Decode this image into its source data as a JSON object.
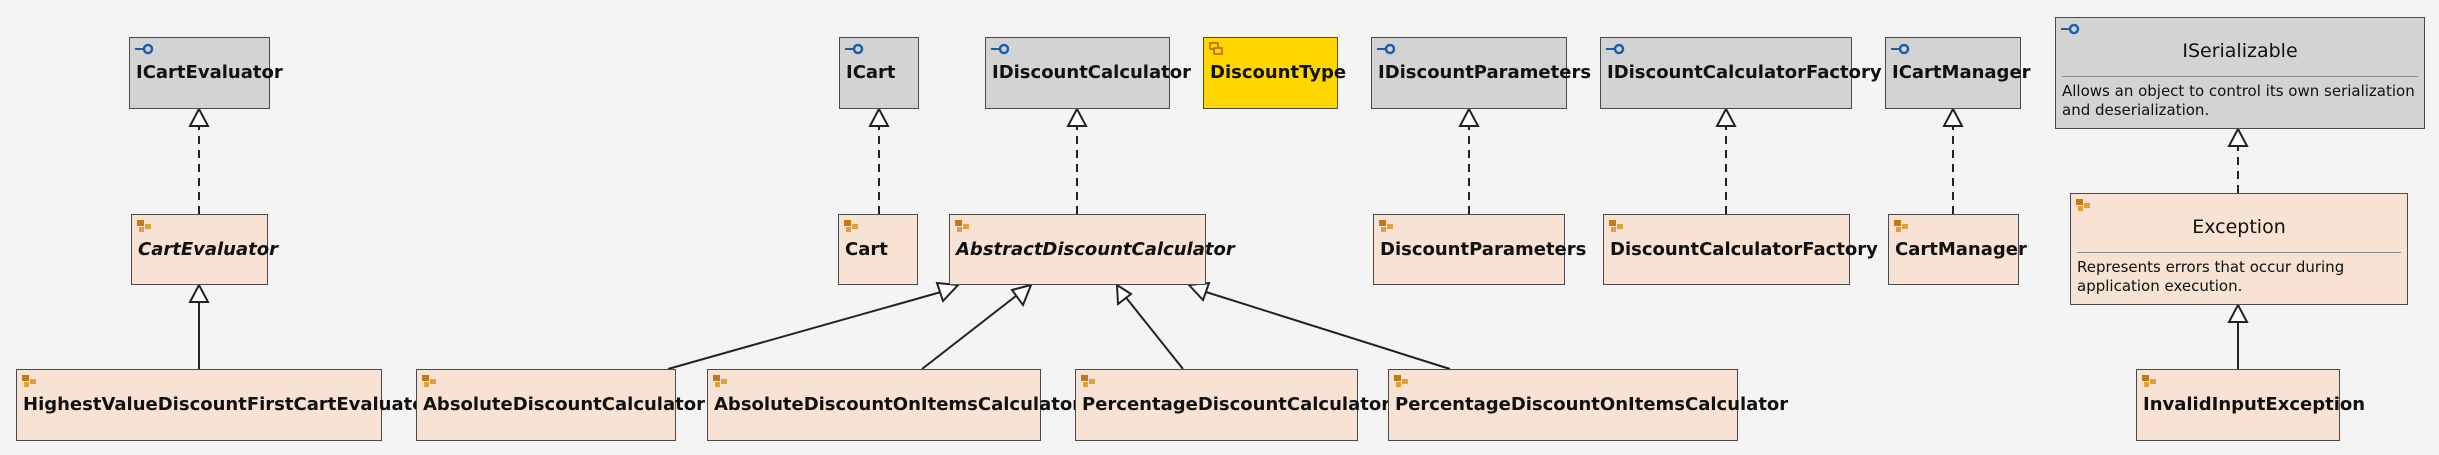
{
  "colors": {
    "interface_fill": "#d3d3d3",
    "class_fill": "#f7e2d3",
    "enum_fill": "#ffd700",
    "border": "#4a4a4a",
    "icon_interface": "#1a5fa8",
    "icon_class": "#c47a12"
  },
  "nodes": {
    "icart_evaluator": {
      "label": "ICartEvaluator",
      "kind": "interface",
      "icon": "interface-icon"
    },
    "cart_evaluator": {
      "label": "CartEvaluator",
      "kind": "abstract-class",
      "icon": "class-icon"
    },
    "highest_value": {
      "label": "HighestValueDiscountFirstCartEvaluator",
      "kind": "class",
      "icon": "class-icon"
    },
    "icart": {
      "label": "ICart",
      "kind": "interface",
      "icon": "interface-icon"
    },
    "cart": {
      "label": "Cart",
      "kind": "class",
      "icon": "class-icon"
    },
    "idiscount_calculator": {
      "label": "IDiscountCalculator",
      "kind": "interface",
      "icon": "interface-icon"
    },
    "abstract_discount_calculator": {
      "label": "AbstractDiscountCalculator",
      "kind": "abstract-class",
      "icon": "class-icon"
    },
    "discount_type": {
      "label": "DiscountType",
      "kind": "enum",
      "icon": "enum-icon"
    },
    "absolute_discount_calculator": {
      "label": "AbsoluteDiscountCalculator",
      "kind": "class",
      "icon": "class-icon"
    },
    "absolute_on_items": {
      "label": "AbsoluteDiscountOnItemsCalculator",
      "kind": "class",
      "icon": "class-icon"
    },
    "percentage_discount_calculator": {
      "label": "PercentageDiscountCalculator",
      "kind": "class",
      "icon": "class-icon"
    },
    "percentage_on_items": {
      "label": "PercentageDiscountOnItemsCalculator",
      "kind": "class",
      "icon": "class-icon"
    },
    "idiscount_parameters": {
      "label": "IDiscountParameters",
      "kind": "interface",
      "icon": "interface-icon"
    },
    "discount_parameters": {
      "label": "DiscountParameters",
      "kind": "class",
      "icon": "class-icon"
    },
    "idiscount_calculator_factory": {
      "label": "IDiscountCalculatorFactory",
      "kind": "interface",
      "icon": "interface-icon"
    },
    "discount_calculator_factory": {
      "label": "DiscountCalculatorFactory",
      "kind": "class",
      "icon": "class-icon"
    },
    "icart_manager": {
      "label": "ICartManager",
      "kind": "interface",
      "icon": "interface-icon"
    },
    "cart_manager": {
      "label": "CartManager",
      "kind": "class",
      "icon": "class-icon"
    },
    "iserializable": {
      "label": "ISerializable",
      "kind": "interface",
      "icon": "interface-icon",
      "description": "Allows an object to control its own serialization and deserialization."
    },
    "exception": {
      "label": "Exception",
      "kind": "class",
      "icon": "class-icon",
      "description": "Represents errors that occur during application execution."
    },
    "invalid_input_exception": {
      "label": "InvalidInputException",
      "kind": "class",
      "icon": "class-icon"
    }
  },
  "relations": [
    {
      "from": "cart_evaluator",
      "to": "icart_evaluator",
      "type": "realization"
    },
    {
      "from": "highest_value",
      "to": "cart_evaluator",
      "type": "generalization"
    },
    {
      "from": "cart",
      "to": "icart",
      "type": "realization"
    },
    {
      "from": "abstract_discount_calculator",
      "to": "idiscount_calculator",
      "type": "realization"
    },
    {
      "from": "absolute_discount_calculator",
      "to": "abstract_discount_calculator",
      "type": "generalization"
    },
    {
      "from": "absolute_on_items",
      "to": "abstract_discount_calculator",
      "type": "generalization"
    },
    {
      "from": "percentage_discount_calculator",
      "to": "abstract_discount_calculator",
      "type": "generalization"
    },
    {
      "from": "percentage_on_items",
      "to": "abstract_discount_calculator",
      "type": "generalization"
    },
    {
      "from": "discount_parameters",
      "to": "idiscount_parameters",
      "type": "realization"
    },
    {
      "from": "discount_calculator_factory",
      "to": "idiscount_calculator_factory",
      "type": "realization"
    },
    {
      "from": "cart_manager",
      "to": "icart_manager",
      "type": "realization"
    },
    {
      "from": "exception",
      "to": "iserializable",
      "type": "realization"
    },
    {
      "from": "invalid_input_exception",
      "to": "exception",
      "type": "generalization"
    }
  ]
}
